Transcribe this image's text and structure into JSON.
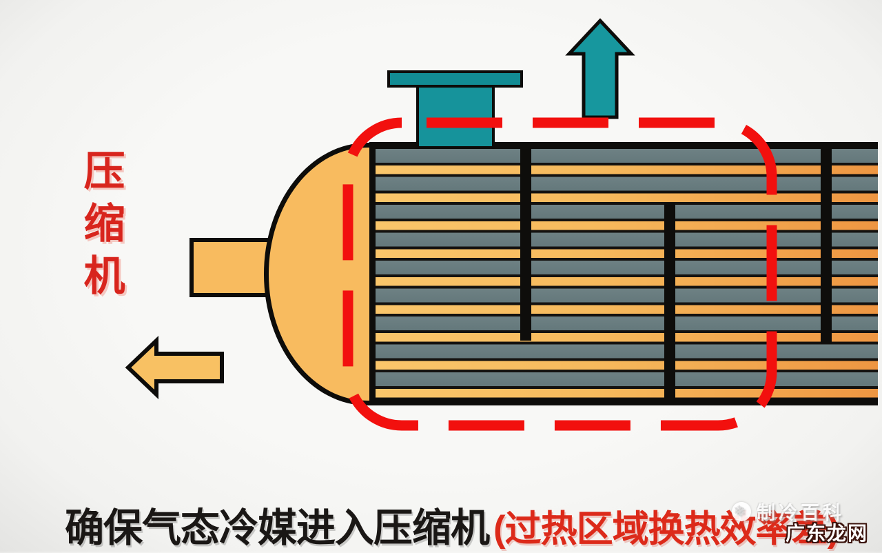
{
  "labels": {
    "compressor": "压缩机",
    "caption_main": "确保气态冷媒进入压缩机",
    "caption_note": "(过热区域换热效率差)"
  },
  "watermark": {
    "brand": "制冷百科",
    "site": "广东龙网",
    "logo_glyph": "❄"
  },
  "icons": {
    "up_arrow": "teal-up-flow-arrow",
    "left_arrow": "yellow-left-flow-arrow",
    "logo": "snowflake-brand-logo"
  },
  "colors": {
    "vessel_yellow": "#F8BB5F",
    "tube_gray_left": "#57696C",
    "tube_gray_right": "#95A7A8",
    "tube_yellow_left": "#F9C366",
    "tube_yellow_right": "#EE9642",
    "teal": "#16939B",
    "dash_red": "#F2100E",
    "text_red": "#D8251D",
    "caption_red": "#DC2A1A",
    "text_black": "#1A1715",
    "background": "#F6F6F4"
  }
}
